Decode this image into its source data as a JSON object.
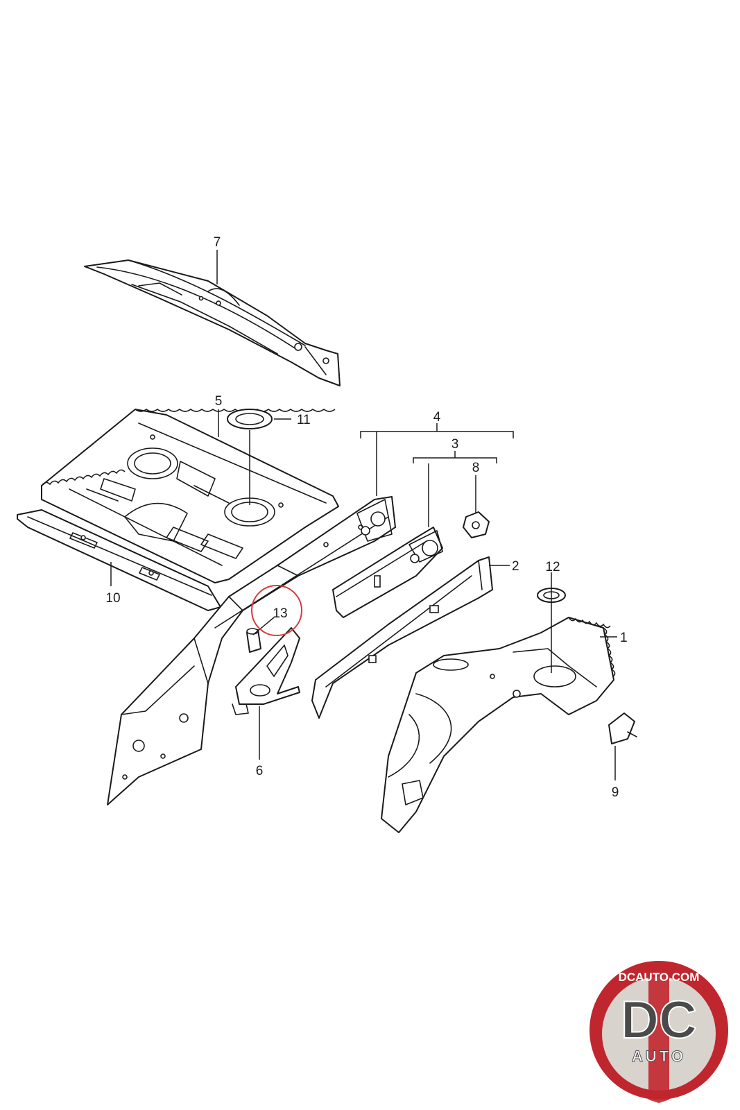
{
  "diagram": {
    "callouts": [
      "1",
      "2",
      "3",
      "4",
      "5",
      "6",
      "7",
      "8",
      "9",
      "10",
      "11",
      "12",
      "13"
    ],
    "highlighted_callout": "13",
    "highlight_color": "#d63a3a"
  },
  "logo": {
    "top_text": "DCAUTO.COM",
    "monogram": "DC",
    "sub_text": "AUTO",
    "ring_color": "#c0262e",
    "inner_color": "#d9d3ce"
  }
}
